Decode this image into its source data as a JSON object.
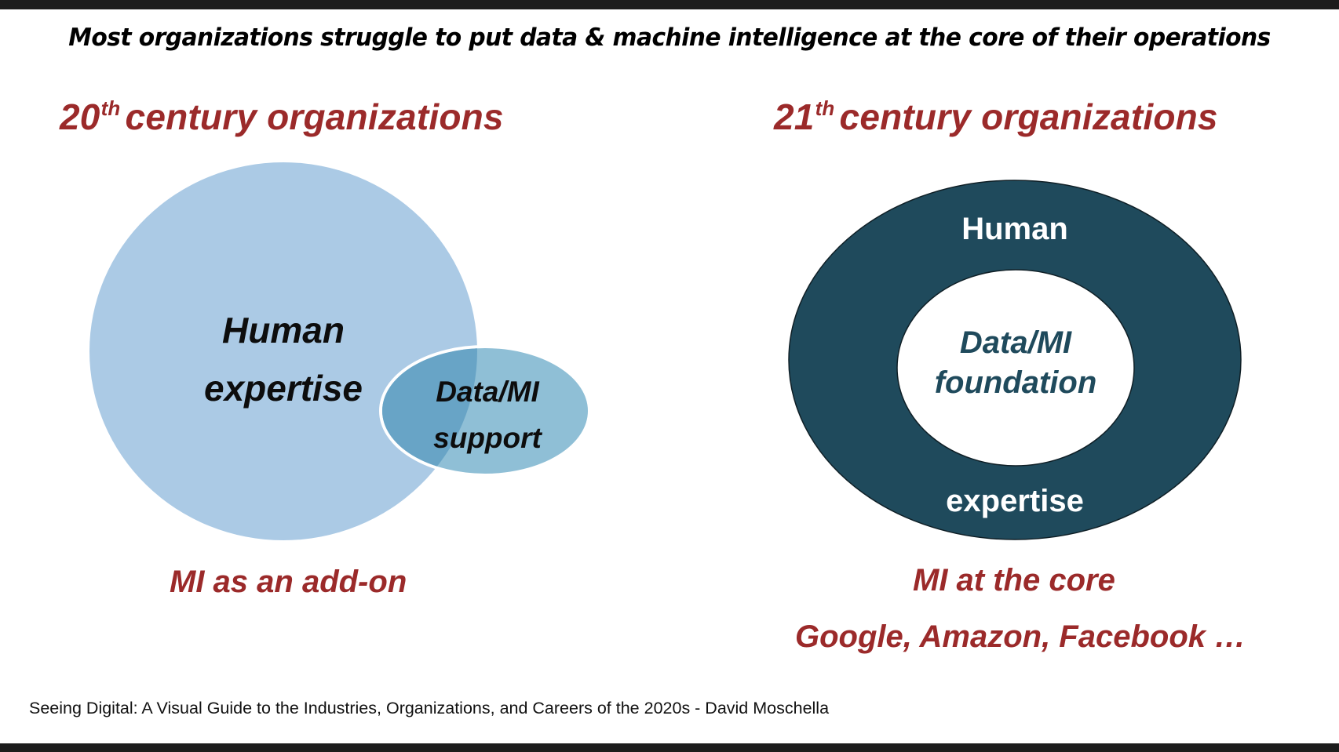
{
  "headline": "Most organizations struggle to put data & machine intelligence at the core of their operations",
  "left_panel": {
    "title": {
      "number": "20",
      "ordinal": "th",
      "rest": "century organizations"
    },
    "big_circle_label": [
      "Human",
      "expertise"
    ],
    "small_ellipse_label": [
      "Data/MI",
      "support"
    ],
    "caption": "MI as an add-on",
    "colors": {
      "big_circle": "#abcae5",
      "small_ellipse": "#8fbfd6",
      "overlap": "#68a4c6",
      "ellipse_border": "#ffffff"
    }
  },
  "right_panel": {
    "title": {
      "number": "21",
      "ordinal": "th",
      "rest": "century organizations"
    },
    "ring_label_top": "Human",
    "ring_label_bottom": "expertise",
    "core_label": [
      "Data/MI",
      "foundation"
    ],
    "caption": "MI at the core",
    "examples": "Google, Amazon, Facebook …",
    "colors": {
      "ring": "#1f4a5c",
      "core": "#ffffff",
      "core_text": "#1f4a5c"
    }
  },
  "accent_color": "#9b2a2a",
  "footer": "Seeing Digital: A Visual Guide to the Industries, Organizations, and Careers of the 2020s - David Moschella"
}
